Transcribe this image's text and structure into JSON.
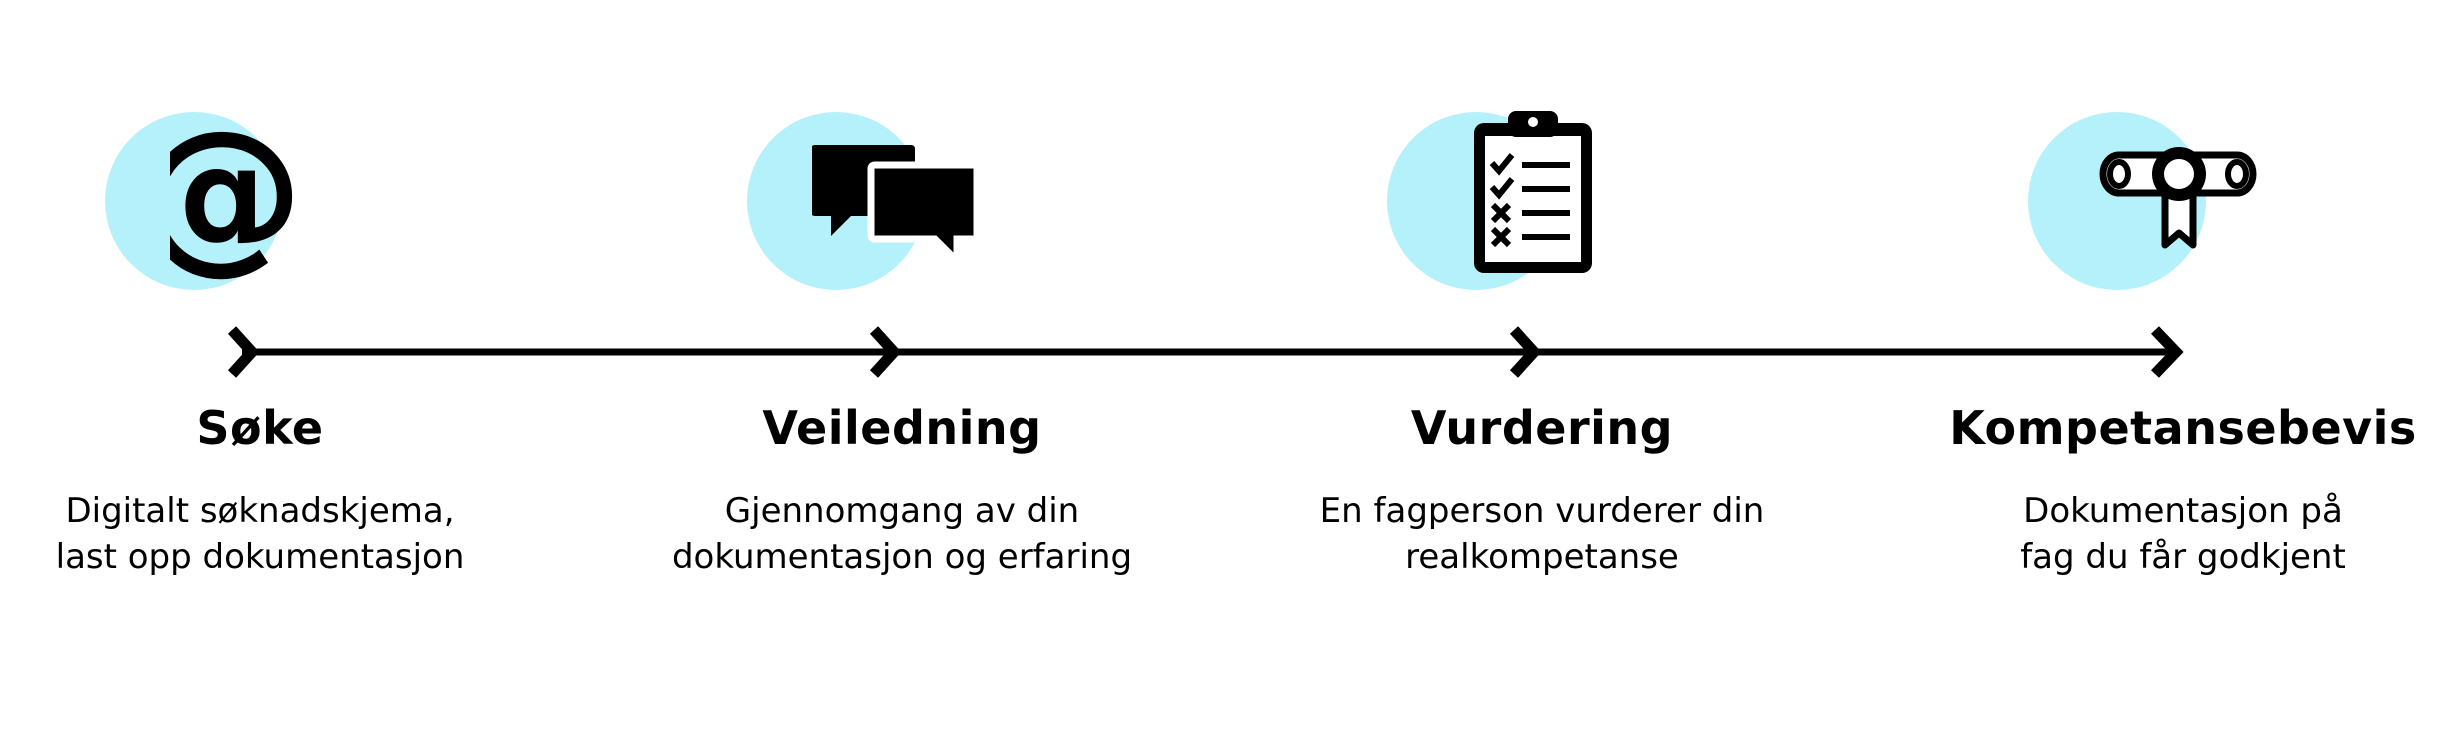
{
  "colors": {
    "blob": "#b5f1fa",
    "line": "#000000",
    "icon": "#000000"
  },
  "steps": [
    {
      "icon": "at-sign-icon",
      "title": "Søke",
      "desc": [
        "Digitalt søknadskjema,",
        "last opp dokumentasjon"
      ]
    },
    {
      "icon": "speech-bubbles-icon",
      "title": "Veiledning",
      "desc": [
        "Gjennomgang av din",
        "dokumentasjon og erfaring"
      ]
    },
    {
      "icon": "clipboard-checklist-icon",
      "title": "Vurdering",
      "desc": [
        "En fagperson vurderer din",
        "realkompetanse"
      ]
    },
    {
      "icon": "diploma-certificate-icon",
      "title": "Kompetansebevis",
      "desc": [
        "Dokumentasjon på",
        "fag du får godkjent"
      ]
    }
  ]
}
